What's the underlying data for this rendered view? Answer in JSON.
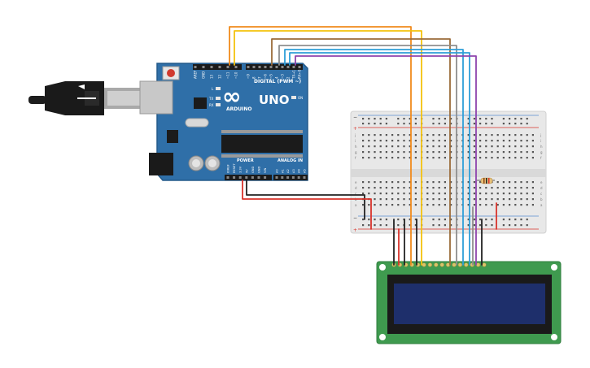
{
  "arduino": {
    "logo": "∞",
    "brand": "ARDUINO",
    "model": "UNO",
    "digital_label": "DIGITAL (PWM ~)",
    "power_label": "POWER",
    "analog_label": "ANALOG IN",
    "tx_label": "TX",
    "rx_label": "RX",
    "l_label": "L",
    "on_label": "ON",
    "top_pins": [
      "AREF",
      "GND",
      "13",
      "12",
      "~11",
      "~10",
      "~9",
      "8",
      "7",
      "~6",
      "~5",
      "4",
      "~3",
      "2",
      "TX→1",
      "RX←0"
    ],
    "power_pins": [
      "IOREF",
      "RESET",
      "3.3V",
      "5V",
      "GND",
      "GND",
      "VIN"
    ],
    "analog_pins": [
      "A0",
      "A1",
      "A2",
      "A3",
      "A4",
      "A5"
    ]
  },
  "breadboard": {
    "rows_top": [
      "j",
      "i",
      "h",
      "g",
      "f"
    ],
    "rows_bottom": [
      "e",
      "d",
      "c",
      "b",
      "a"
    ],
    "plus": "+",
    "minus": "−"
  },
  "colors": {
    "arduino_board": "#2f6fa8",
    "lcd_pcb": "#3f9a4f",
    "lcd_screen": "#1e2f6b",
    "breadboard": "#e8e8e8",
    "rail_red": "#d9332b",
    "wire_orange": "#f08a1c",
    "wire_yellow": "#f4c20d",
    "wire_brown": "#9b6b3a",
    "wire_gray": "#8e8e8e",
    "wire_blue": "#2f9fd8",
    "wire_purple": "#8e44ad",
    "wire_black": "#222222",
    "wire_red": "#d9332b"
  }
}
